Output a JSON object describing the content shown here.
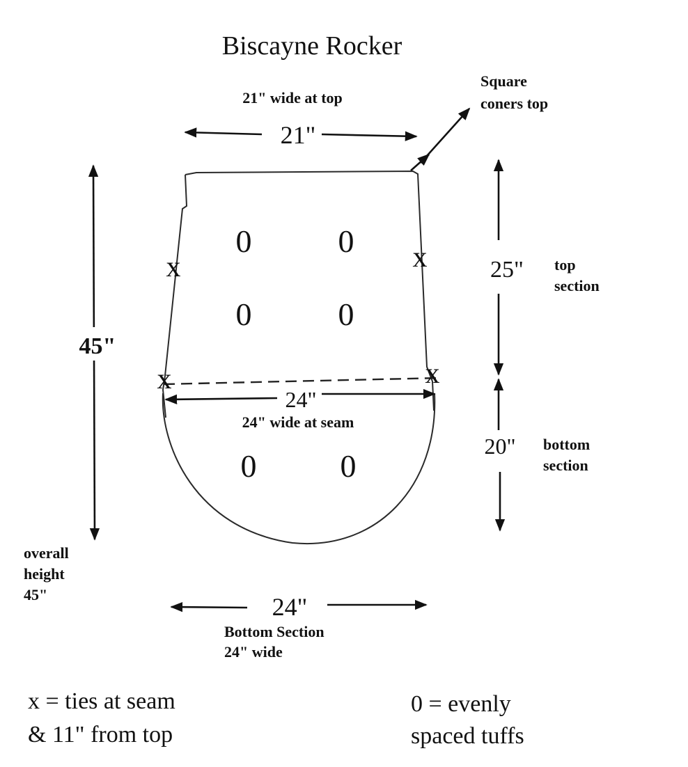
{
  "title": "Biscayne Rocker",
  "top_width": {
    "caption": "21\" wide at top",
    "value": "21\""
  },
  "corner_note": {
    "line1": "Square",
    "line2": "coners top"
  },
  "overall": {
    "value": "45\"",
    "note_line1": "overall",
    "note_line2": "height",
    "note_line3": "45\""
  },
  "top_section": {
    "value": "25\"",
    "label_line1": "top",
    "label_line2": "section"
  },
  "seam": {
    "value": "24\"",
    "caption": "24\" wide at seam"
  },
  "bottom_section": {
    "value": "20\"",
    "label_line1": "bottom",
    "label_line2": "section"
  },
  "bottom_width": {
    "value": "24\"",
    "caption_line1": "Bottom Section",
    "caption_line2": "24\" wide"
  },
  "marks": {
    "tie": "x",
    "tuft": "0"
  },
  "legend": {
    "ties_line1": "x = ties at seam",
    "ties_line2": "& 11\" from top",
    "tufts_line1": "0 = evenly",
    "tufts_line2": "spaced tuffs"
  }
}
